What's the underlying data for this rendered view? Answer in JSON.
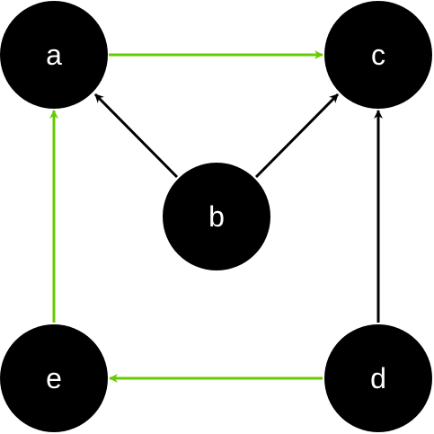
{
  "colors": {
    "node_fill": "#000000",
    "label": "#ffffff",
    "edge_black": "#000000",
    "edge_green": "#66cc00",
    "background": "#ffffff"
  },
  "nodes": [
    {
      "id": "a",
      "label": "a"
    },
    {
      "id": "b",
      "label": "b"
    },
    {
      "id": "c",
      "label": "c"
    },
    {
      "id": "d",
      "label": "d"
    },
    {
      "id": "e",
      "label": "e"
    }
  ],
  "edges": [
    {
      "from": "a",
      "to": "c",
      "color": "green"
    },
    {
      "from": "b",
      "to": "a",
      "color": "black"
    },
    {
      "from": "b",
      "to": "c",
      "color": "black"
    },
    {
      "from": "d",
      "to": "c",
      "color": "black"
    },
    {
      "from": "d",
      "to": "e",
      "color": "green"
    },
    {
      "from": "e",
      "to": "a",
      "color": "green"
    }
  ]
}
